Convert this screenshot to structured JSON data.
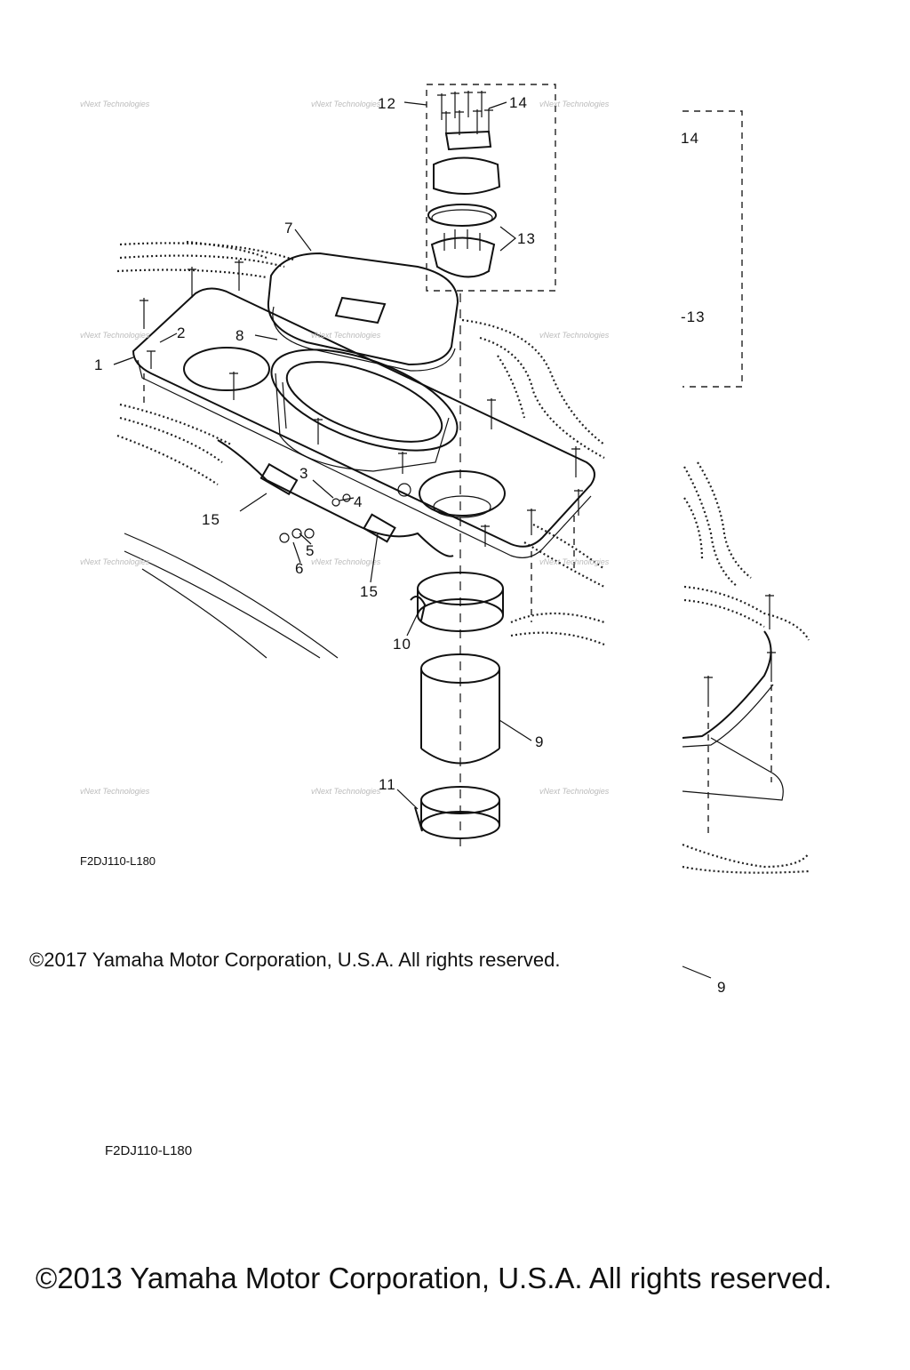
{
  "diagram": {
    "callouts": [
      "1",
      "2",
      "3",
      "4",
      "5",
      "6",
      "7",
      "8",
      "9",
      "10",
      "11",
      "12",
      "13",
      "14",
      "15"
    ],
    "inset_callouts": [
      "14",
      "-13"
    ],
    "outside_callout": "9",
    "part_code_top": "F2DJ110-L180",
    "part_code_bottom": "F2DJ110-L180",
    "watermark": "vNext Technologies",
    "copyright_2017": "©2017 Yamaha Motor Corporation, U.S.A. All rights reserved.",
    "copyright_2013": "©2013 Yamaha Motor Corporation, U.S.A. All rights reserved."
  }
}
